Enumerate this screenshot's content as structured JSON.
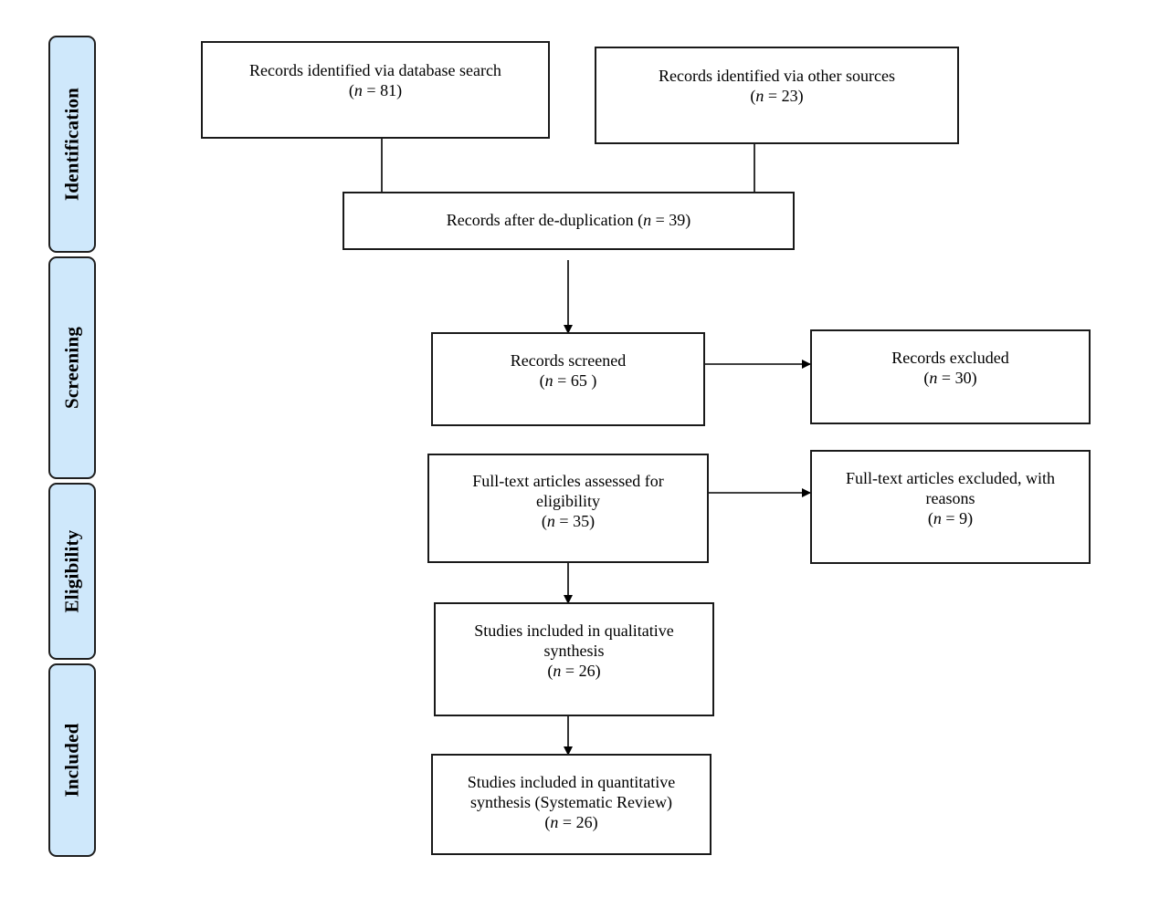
{
  "phases": {
    "identification": "Identification",
    "screening": "Screening",
    "eligibility": "Eligibility",
    "included": "Included"
  },
  "boxes": {
    "database_search": {
      "text": "Records identified via database search",
      "prefix": "(",
      "n_letter": "n",
      "suffix": " = 81)"
    },
    "other_sources": {
      "text": "Records identified via other sources",
      "prefix": "(",
      "n_letter": "n",
      "suffix": " = 23)"
    },
    "deduplication": {
      "text": "Records after de-duplication (",
      "n_letter": "n",
      "suffix": " = 39)"
    },
    "screened": {
      "text": "Records screened",
      "prefix": "(",
      "n_letter": "n",
      "suffix": " = 65 )"
    },
    "excluded": {
      "text": "Records excluded",
      "prefix": "(",
      "n_letter": "n",
      "suffix": " = 30)"
    },
    "fulltext_assessed": {
      "line1": "Full-text articles assessed for",
      "line2": "eligibility",
      "prefix": "(",
      "n_letter": "n",
      "suffix": " = 35)"
    },
    "fulltext_excluded": {
      "line1": "Full-text articles excluded, with",
      "line2": "reasons",
      "prefix": "(",
      "n_letter": "n",
      "suffix": " = 9)"
    },
    "qualitative": {
      "line1": "Studies included in qualitative",
      "line2": "synthesis",
      "prefix": "(",
      "n_letter": "n",
      "suffix": " = 26)"
    },
    "quantitative": {
      "line1": "Studies included in quantitative",
      "line2": "synthesis (Systematic Review)",
      "prefix": "(",
      "n_letter": "n",
      "suffix": " = 26)"
    }
  }
}
